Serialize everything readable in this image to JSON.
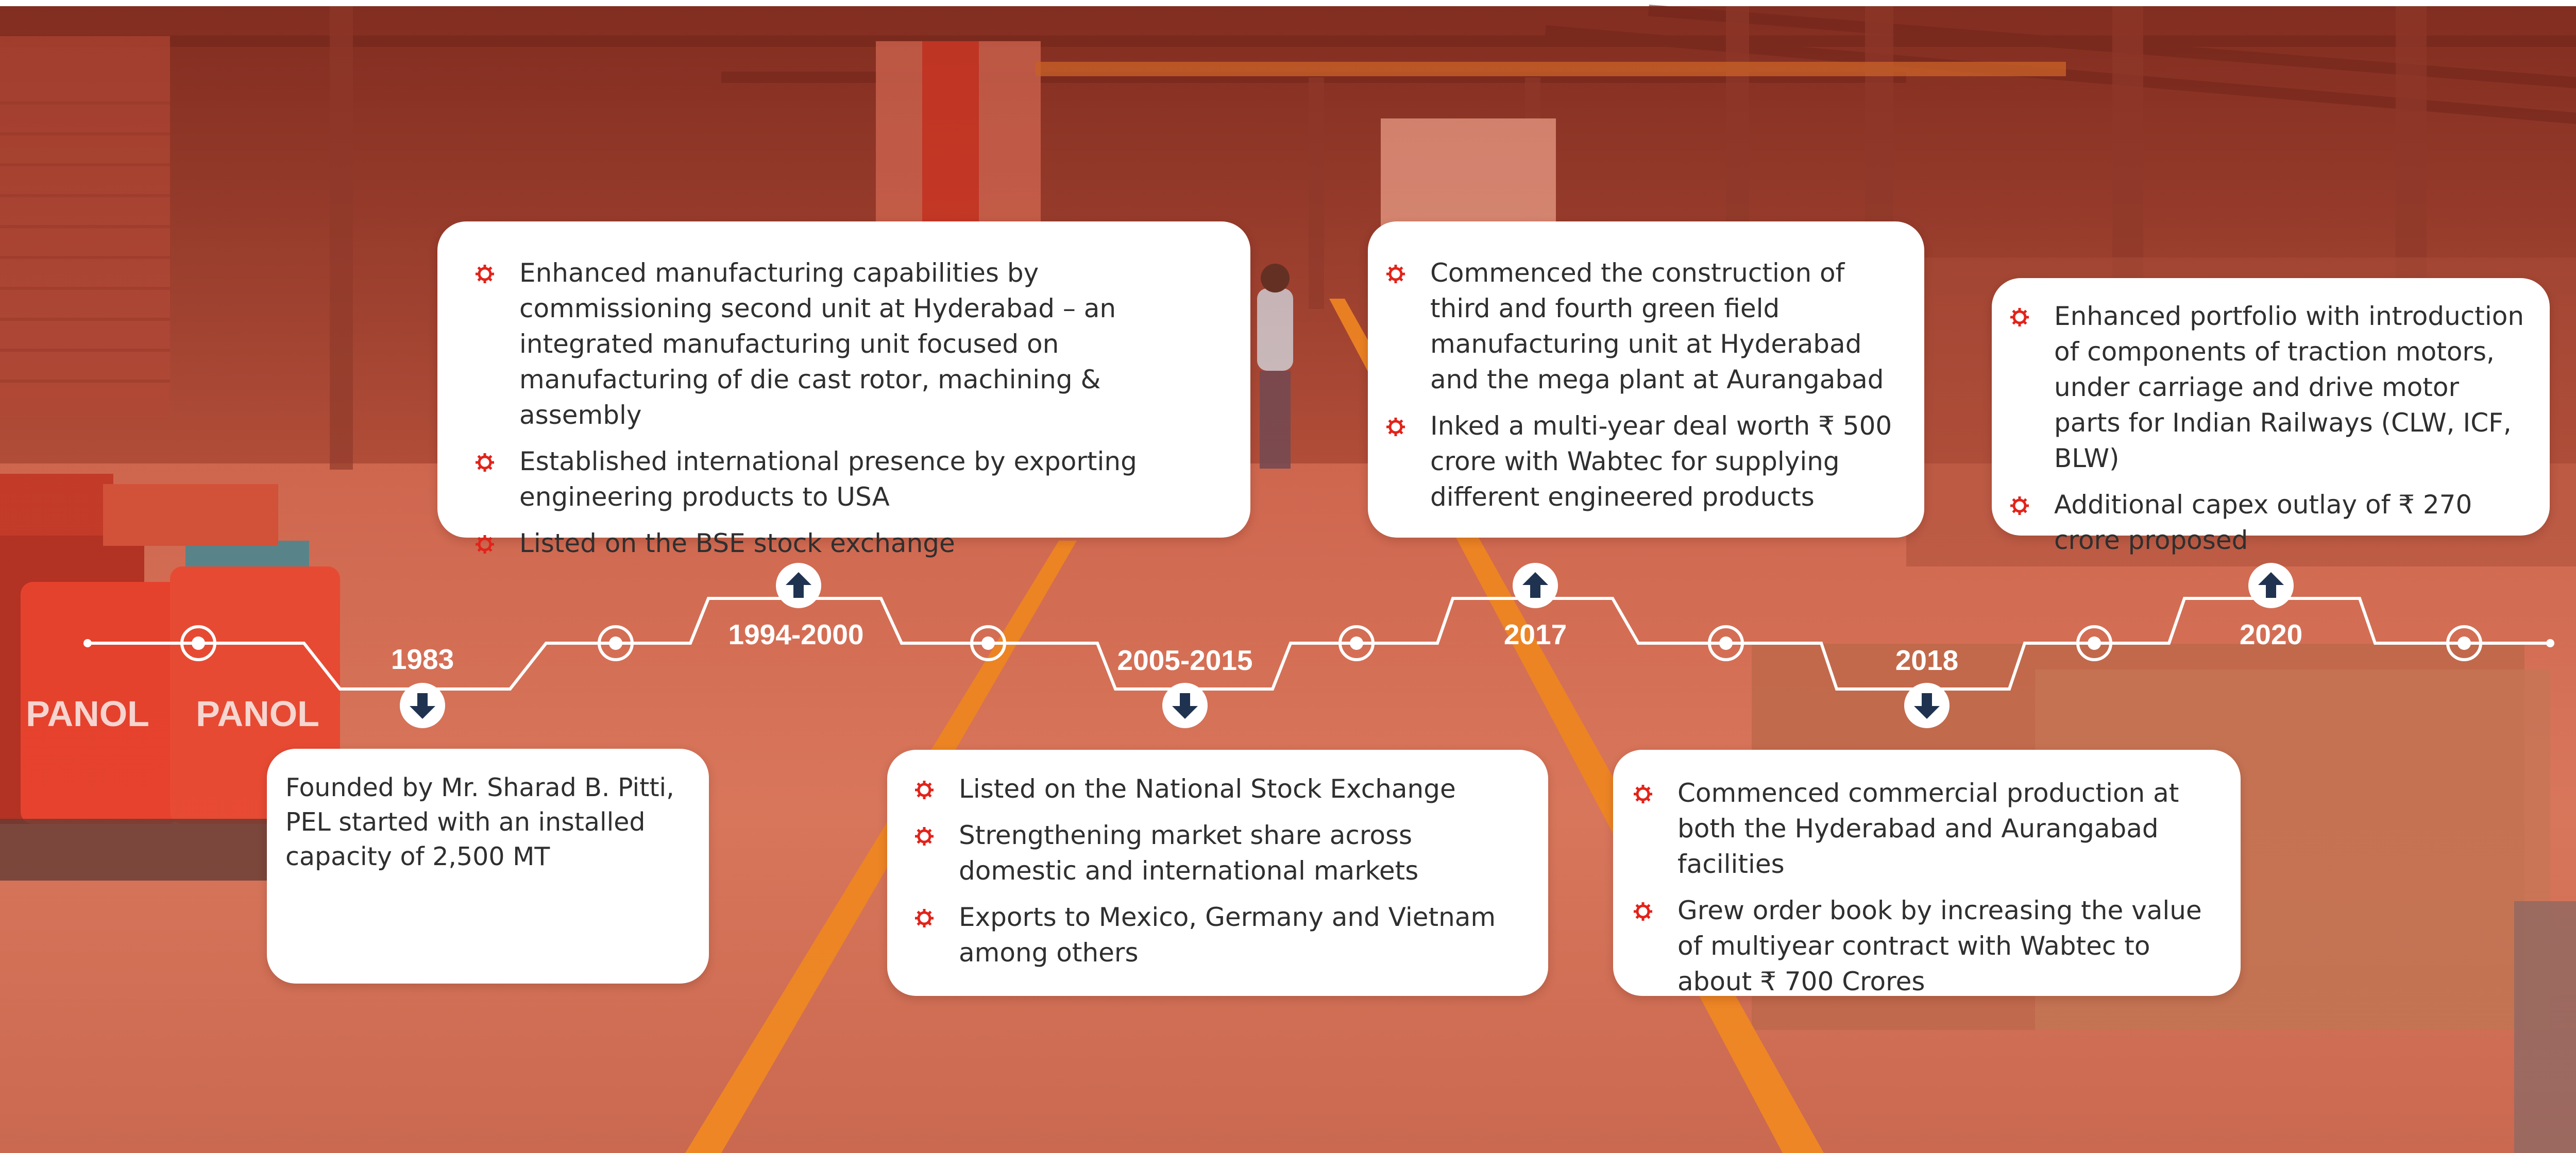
{
  "colors": {
    "accent": "#e2231a",
    "icon_fill": "#1f3350",
    "line": "#ffffff",
    "card_bg": "#ffffff",
    "card_text": "#2f2f2f"
  },
  "barrel_labels": [
    "PANOL",
    "PANOL"
  ],
  "milestones": [
    {
      "year": "1983",
      "arrow": "down",
      "items": [],
      "text": "Founded by Mr. Sharad B. Pitti, PEL started with an installed capacity of 2,500 MT"
    },
    {
      "year": "1994-2000",
      "arrow": "up",
      "items": [
        "Enhanced manufacturing capabilities by commissioning second unit at Hyderabad – an integrated manufacturing unit focused on manufacturing of die cast rotor, machining & assembly",
        "Established international presence by exporting engineering products to USA",
        "Listed on the BSE stock exchange"
      ]
    },
    {
      "year": "2005-2015",
      "arrow": "down",
      "items": [
        "Listed on the National Stock Exchange",
        "Strengthening market share across domestic and international markets",
        "Exports to Mexico, Germany and Vietnam among others"
      ]
    },
    {
      "year": "2017",
      "arrow": "up",
      "items": [
        "Commenced the construction of third and fourth green field manufacturing unit at Hyderabad and the mega plant at Aurangabad",
        "Inked a multi-year deal worth ₹ 500 crore with Wabtec for supplying different engineered products"
      ]
    },
    {
      "year": "2018",
      "arrow": "down",
      "items": [
        "Commenced commercial production at both the Hyderabad and Aurangabad facilities",
        "Grew order book by increasing the value of multiyear contract with Wabtec to about ₹ 700 Crores"
      ]
    },
    {
      "year": "2020",
      "arrow": "up",
      "items": [
        "Enhanced portfolio with introduction of components of traction motors, under carriage and drive motor parts for Indian Railways (CLW, ICF, BLW)",
        "Additional  capex outlay of ₹ 270 crore proposed"
      ]
    }
  ]
}
